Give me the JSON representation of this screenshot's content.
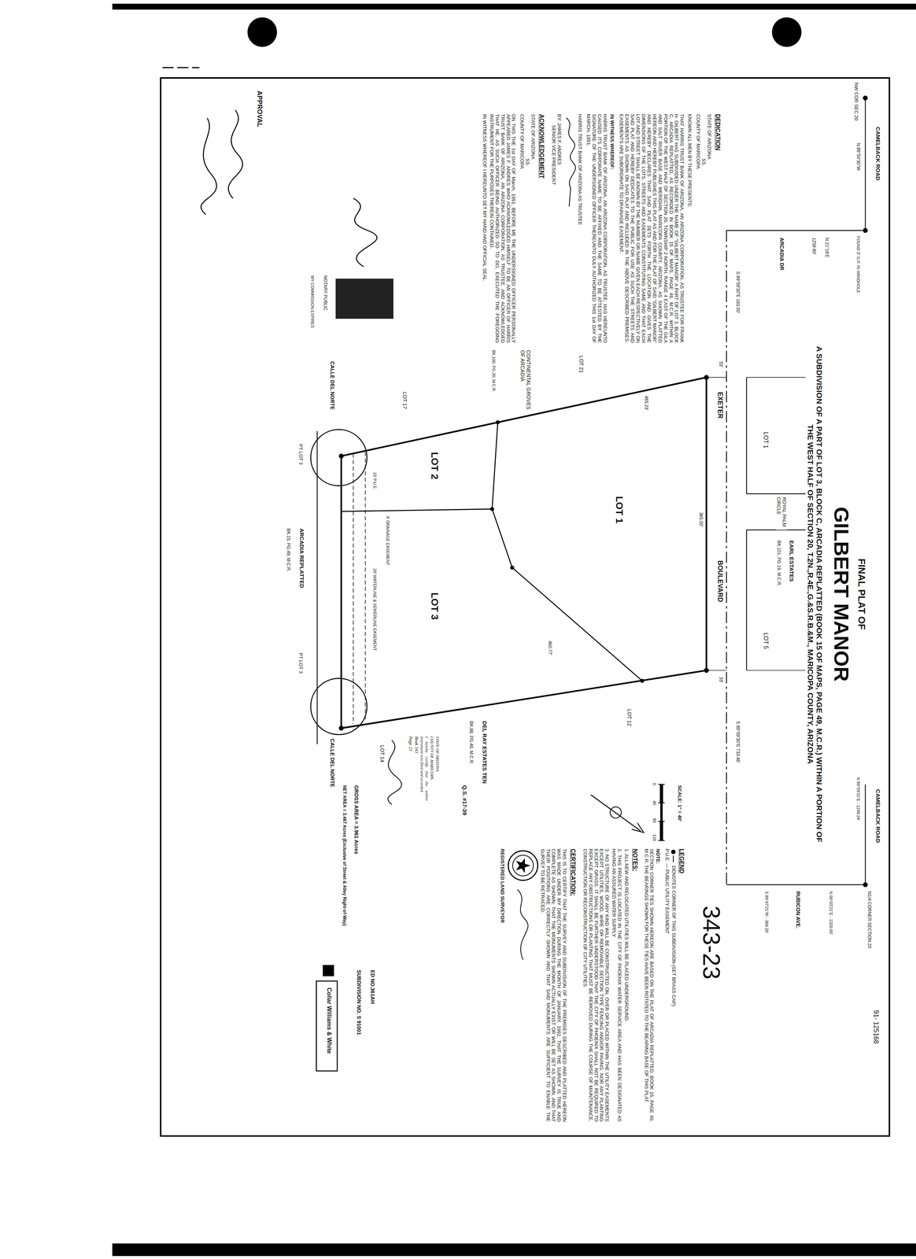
{
  "diagram": {
    "title": "GILBERT MANOR",
    "labels": [
      "FINAL PLAT OF",
      "A SUBDIVISION OF A PART OF LOT 3, BLOCK C, ARCADIA REPLATTED (BOOK 15 OF MAPS, PAGE 49, M.C.R.) WITHIN A PORTION OF THE WEST HALF OF SECTION 20, T.2N.,R.4E.,G.&S.R.B.&M., MARICOPA COUNTY, ARIZONA",
      "NW COR SEC 20",
      "CAMELBACK ROAD",
      "N 89°50'30\"W",
      "FOUND 3\" G.P. IN HANDHOLE",
      "N 21°16'E",
      "1259.80'",
      "ARCADIA DR",
      "S 89°59'30\"E 183.00'",
      "33'",
      "EXETER",
      "BOULEVARD",
      "33'",
      "S 89°59'30\"E 733.46'",
      "LOT 1",
      "ROYAL PALM CIRCLE",
      "EARL ESTATES",
      "BK.101, PG.19, M.C.R.",
      "LOT 5",
      "CAMELBACK ROAD",
      "N 89°59'21\"E - 1249.24'",
      "N1/4 CORNER SECTION 20",
      "N 00°03'21\"E - 1320.00'",
      "RUBICON AVE.",
      "S 89°47'21\"W - 384.20'",
      "91- 125168",
      "343-23",
      "LOT 1",
      "LOT 2",
      "LOT 3",
      "365.00'",
      "465.23'",
      "460.77'",
      "LOT 21",
      "CONTINENTAL GROVES OF ARCADIA",
      "BK.100, PG.30, M.C.R.",
      "LOT 17",
      "LOT 12",
      "DEL RAY ESTATES TEN",
      "BK.88, PG.48, M.C.R.",
      "LOT 14",
      "CALLE DEL NORTE",
      "CALLE DEL NORTE",
      "PT LOT 3",
      "ARCADIA REPLATTED",
      "BK.15, PG.49, M.C.R.",
      "PT LOT 3",
      "10' P.U.E.",
      "8' DRAINAGE EASEMENT",
      "20' WATERLINE & SEWERLINE EASEMENT",
      "SCALE: 1\" = 40'",
      "0",
      "40",
      "80",
      "120",
      "Q.S. #17-39",
      "GROSS AREA = 3.961 Acres",
      "NET AREA = 3.467 Acres (Exclusive of Street & Alley Right-of-Way)",
      "ED NO.361AH",
      "SUBDIVISION NO. S 91001",
      "Collar Williams & White",
      "APPROVAL",
      "NOTARY PUBLIC",
      "MY COMMISSION EXPIRES",
      "DEDICATION",
      "STATE OF ARIZONA",
      "SS.",
      "COUNTY OF MARICOPA",
      "KNOWN ALL MEN BY THESE PRESENTS:",
      "THAT HARRIS TRUST BANK OF ARIZONA, AN ARIZONA CORPORATION, AS TRUSTEE FOR FRANK H. GILBERT HAS SUBDIVIDED UNDER THE NAME OF \"GILBERT MANOR\" A PART OF LOT 3, BLOCK C, ARCADIA REPLATTED, AS RECORDED IN BOOK 15 OF MAPS, PAGE 49, M.C.R. WITHIN A PORTION OF THE WEST HALF OF SECTION 20, TOWNSHIP 2 NORTH, RANGE 4 EAST OF THE GILA AND SALT RIVER BASE AND MERIDIAN, MARICOPA COUNTY, ARIZONA, AS SHOWN PLATTED HEREON AND HEREBY PUBLISHES THIS PLAT AS AND FOR THE PLAT OF SAID \"GILBERT MANOR\" AND HEREBY DECLARES THAT SAID PLAT SETS FORTH THE LOCATION AND GIVES THE DIMENSIONS OF THE LOTS, STREETS AND EASEMENTS CONSTITUTING SAME AND THAT EACH LOT AND STREET SHALL BE KNOWN BY THE NUMBER OR NAME GIVEN EACH RESPECTIVELY ON SAID PLAT AND HEREBY DEDICATES TO THE PUBLIC FOR USE AS SUCH THE STREETS AND EASEMENTS AS SHOWN ON SAID PLAT AND INCLUDED IN THE ABOVE DESCRIBED PREMISES. EASEMENTS ARE SUBORDINATE TO DRAINAGE EASEMENT.",
      "IN WITNESS WHEREOF:",
      "HARRIS TRUST BANK OF ARIZONA, AN ARIZONA CORPORATION, AS TRUSTEE, HAS HEREUNTO CAUSED ITS CORPORATE NAME TO BE AFFIXED AND THE SAME TO BE ATTESTED BY THE SIGNATURE OF THE UNDERSIGNED OFFICER THEREUNTO DULY AUTHORIZED THIS 1st DAY OF MARCH, 1991.",
      "HARRIS TRUST BANK OF ARIZONA AS TRUSTEE",
      "BY: JAMES F. ANDRES",
      "SENIOR VICE PRESIDENT",
      "ACKNOWLEDGEMENT",
      "STATE OF ARIZONA",
      "SS.",
      "COUNTY OF MARICOPA",
      "ON THIS THE 1st DAY OF March, 1991, BEFORE ME THE UNDERSIGNED OFFICER PERSONALLY APPEARED JAMES F. ANDRES WHO ACKNOWLEDGED HIMSELF TO BE AN OFFICER OF HARRIS TRUST BANK OF ARIZONA, AN ARIZONA CORPORATION, AS TRUSTEE, AND ACKNOWLEDGED THAT HE, AS SUCH OFFICER BEING AUTHORIZED SO TO DO, EXECUTED THE FOREGOING INSTRUMENT FOR THE PURPOSES THEREIN CONTAINED.",
      "IN WITNESS WHEREOF I HEREUNTO SET MY HAND AND OFFICIAL SEAL.",
      "LEGEND",
      "P.U.E. — PUBLIC UTILITY EASEMENT",
      "NOTE:",
      "SECTION CORNER TIES SHOWN HEREON ARE BASED ON THE PLAT OF ARCADIA REPLATTED, BOOK 15, PAGE 49, M.C.R. THE BEARINGS SHOWN FOR THESE TIES HAVE BEEN ROTATED TO THE BEARING BASE OF THIS PLAT.",
      "NOTES:",
      "1. ALL NEW AND RELOCATED UTILITIES WILL BE PLACED UNDERGROUND.",
      "2. THIS PROJECT IS LOCATED IN THE CITY OF PHOENIX WATER SERVICE AREA AND HAS BEEN DESIGNATED AS HAVING AN ASSURED WATER SUPPLY.",
      "3. NO STRUCTURE OF ANY KIND WILL BE CONSTRUCTED ON, OVER OR PLACED WITHIN THE UTILITY EASEMENTS EXCEPT UTILITIES, WOOD, WIRE OR REMOVABLE SECTION TYPE FENCING AND/OR PAVING, NOR ANY PLANTING EXCEPT GRASS. IT SHALL BE FURTHER UNDERSTOOD THAT THE CITY OF PHOENIX SHALL NOT BE REQUIRED TO REPLACE ANY OBSTRUCTIONS OR PLANTING THAT MUST BE REMOVED DURING THE COURSE OF MAINTENANCE, CONSTRUCTION OR RECONSTRUCTION OF CITY UTILITIES.",
      "CERTIFICATION:",
      "THIS IS TO CERTIFY THAT THE SURVEY AND SUBDIVISION OF THE PREMISES DESCRIBED AND PLATTED HEREON WAS MADE UNDER MY DIRECTION DURING THE MONTH OF JANUARY, 1991; THAT THE SURVEY IS TRUE AND COMPLETE AS SHOWN; THAT THE MONUMENTS SHOWN ACTUALLY EXIST OR WILL BE SET AS SHOWN, AND THAT THEIR POSITIONS ARE CORRECTLY SHOWN AND THAT SAID MONUMENTS ARE SUFFICIENT TO ENABLE THE SURVEY TO BE RETRACED.",
      "REGISTERED LAND SURVEYOR",
      "STATE OF ARIZONA",
      "COUNTY OF MARICOPA",
      "I hereby certify that the within instrument was filed and recorded",
      "Book 343",
      "Page 23"
    ],
    "legend": [
      {
        "text": "DENOTES CORNER OF THIS SUBDIVISION (SET BRASS CAP)"
      }
    ]
  }
}
